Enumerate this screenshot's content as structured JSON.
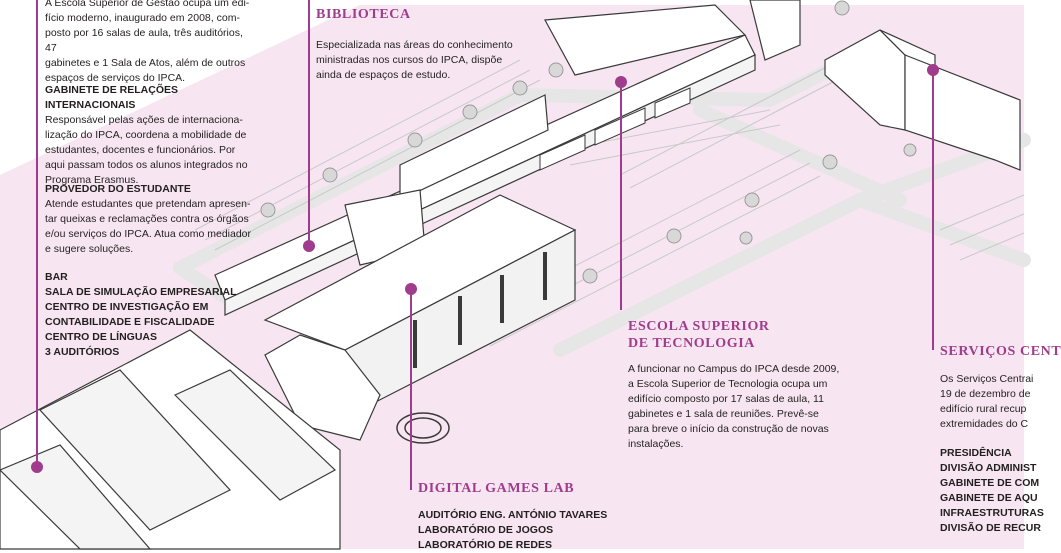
{
  "colors": {
    "accent": "#a03c8c",
    "ground": "#f7e6f1",
    "road": "#e8e8e8",
    "building_edge": "#3a3a3a"
  },
  "left_panel": {
    "intro_lines": [
      "A Escola Superior de Gestão ocupa um edi-",
      "fício moderno, inaugurado em 2008, com-",
      "posto por 16 salas de aula, três auditórios, 47",
      "gabinetes e 1 Sala de Atos, além de outros",
      "espaços de serviços do IPCA."
    ],
    "sections": [
      {
        "title": "GABINETE DE RELAÇÕES INTERNACIONAIS",
        "lines": [
          "Responsável pelas ações de internaciona-",
          "lização do IPCA, coordena a mobilidade de",
          "estudantes, docentes e funcionários. Por",
          "aqui passam todos os alunos integrados no",
          "Programa Erasmus."
        ]
      },
      {
        "title": "PROVEDOR DO ESTUDANTE",
        "lines": [
          "Atende estudantes que pretendam apresen-",
          "tar queixas e reclamações contra os órgãos",
          "e/ou serviços do IPCA. Atua como mediador",
          "e sugere soluções."
        ]
      }
    ],
    "facilities": [
      "BAR",
      "SALA DE SIMULAÇÃO EMPRESARIAL",
      "CENTRO DE INVESTIGAÇÃO EM",
      "CONTABILIDADE E FISCALIDADE",
      "CENTRO DE LÍNGUAS",
      "3 AUDITÓRIOS"
    ]
  },
  "biblioteca": {
    "title": "BIBLIOTECA",
    "lines": [
      "Especializada nas áreas do conhecimento",
      "ministradas nos cursos do IPCA, dispõe",
      "ainda de espaços de estudo."
    ]
  },
  "escola_tecnologia": {
    "title_lines": [
      "ESCOLA SUPERIOR",
      "DE TECNOLOGIA"
    ],
    "lines": [
      "A funcionar no Campus do IPCA desde 2009,",
      "a Escola Superior de Tecnologia ocupa um",
      "edifício composto por 17 salas de aula, 11",
      "gabinetes e 1 sala de reuniões. Prevê-se",
      "para breve o início da construção de novas",
      "instalações."
    ]
  },
  "digital_games": {
    "title": "DIGITAL GAMES LAB",
    "items": [
      "AUDITÓRIO ENG. ANTÓNIO TAVARES",
      "LABORATÓRIO DE JOGOS",
      "LABORATÓRIO DE REDES"
    ]
  },
  "servicos": {
    "title": "SERVIÇOS CENT",
    "lines": [
      "Os Serviços Centrai",
      "19 de dezembro de",
      "edifício rural recup",
      "extremidades do C"
    ],
    "items": [
      "PRESIDÊNCIA",
      "DIVISÃO ADMINIST",
      "GABINETE DE COM",
      "GABINETE DE AQU",
      "INFRAESTRUTURAS",
      "DIVISÃO DE RECUR"
    ]
  }
}
